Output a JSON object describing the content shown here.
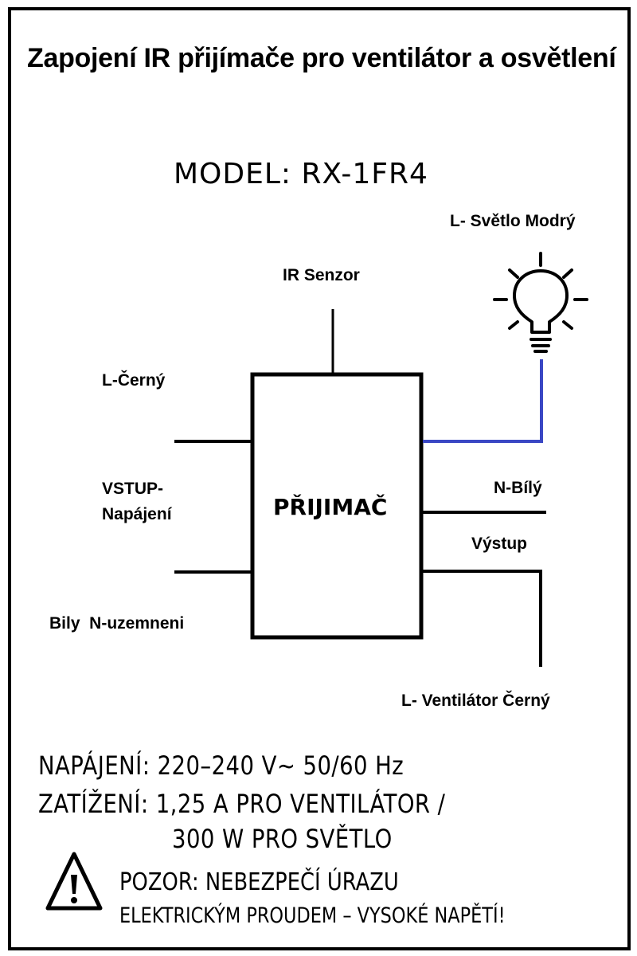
{
  "title": "Zapojení IR přijímače pro ventilátor a osvětlení",
  "model": "MODEL: RX-1FR4",
  "receiver_label": "PŘIJIMAČ",
  "labels": {
    "ir_sensor": "IR Senzor",
    "light": "L- Světlo Modrý",
    "l_black": "L-Černý",
    "input_line1": "VSTUP-",
    "input_line2": "Napájení",
    "neutral_ground": "Bily  N-uzemneni",
    "n_white": "N-Bílý",
    "output": "Výstup",
    "fan": "L- Ventilátor Černý"
  },
  "wire_colors": {
    "light_wire": "#3a47c4",
    "default_wire": "#000000"
  },
  "specs": {
    "power": "NAPÁJENÍ: 220–240 V~ 50/60 Hz",
    "load_line1": "ZATÍŽENÍ: 1,25 A PRO VENTILÁTOR /",
    "load_line2": "300 W PRO SVĚTLO"
  },
  "warning": {
    "line1": "POZOR: NEBEZPEČÍ ÚRAZU",
    "line2": "ELEKTRICKÝM PROUDEM – VYSOKÉ NAPĚTÍ!"
  }
}
